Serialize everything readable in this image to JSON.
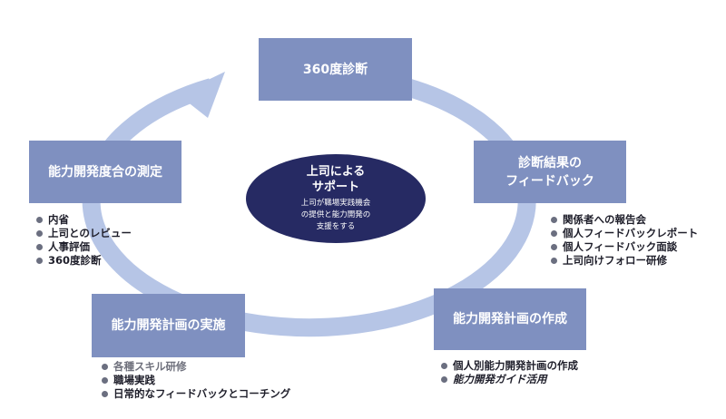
{
  "colors": {
    "box": "#7f90c0",
    "center": "#262a63",
    "ring": "#b6c5e6",
    "bullet": "#6b6f80"
  },
  "center": {
    "title": "上司による\nサポート",
    "body": "上司が職場実践機会\nの提供と能力開発の\n支援をする"
  },
  "steps": {
    "diagnosis": {
      "label": "360度診断"
    },
    "feedback": {
      "label": "診断結果の\nフィードバック"
    },
    "planning": {
      "label": "能力開発計画の作成"
    },
    "implementation": {
      "label": "能力開発計画の実施"
    },
    "measurement": {
      "label": "能力開発度合の測定"
    }
  },
  "lists": {
    "feedback": [
      "関係者への報告会",
      "個人フィードバックレポート",
      "個人フィードバック面談",
      "上司向けフォロー研修"
    ],
    "planning": [
      "個人別能力開発計画の作成",
      "能力開発ガイド活用"
    ],
    "implementation": [
      "各種スキル研修",
      "職場実践",
      "日常的なフィードバックとコーチング"
    ],
    "measurement": [
      "内省",
      "上司とのレビュー",
      "人事評価",
      "360度診断"
    ]
  },
  "icons": {
    "cycle_arrow": "arrow-head-icon",
    "bullet": "bullet-dot-icon"
  }
}
